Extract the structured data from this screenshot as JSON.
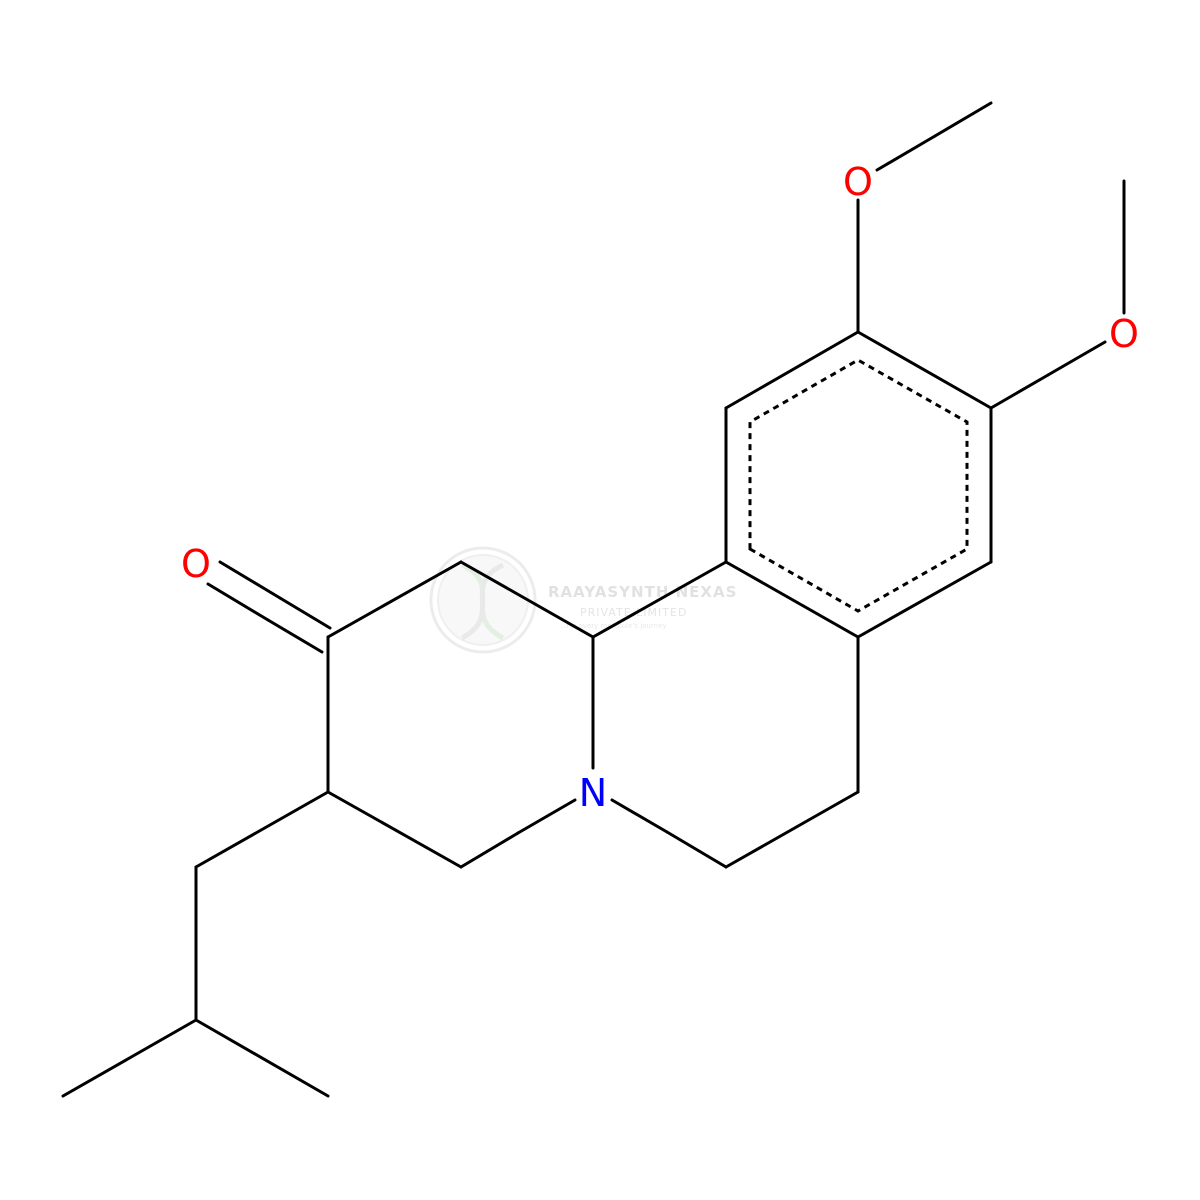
{
  "colors": {
    "bond": "#000000",
    "oxygen": "#ff0000",
    "nitrogen": "#0000ff",
    "background": "#ffffff",
    "watermark": "#cccccc"
  },
  "atoms": {
    "o_ketone": "O",
    "o_methoxy_upper": "O",
    "o_methoxy_right": "O",
    "n_ring": "N"
  },
  "watermark": {
    "line1": "RAAYASYNTH NEXAS",
    "line2": "PRIVATE LIMITED",
    "line3": "...for every molecule's journey",
    "logo_icon": "dna-helix-logo-icon"
  }
}
